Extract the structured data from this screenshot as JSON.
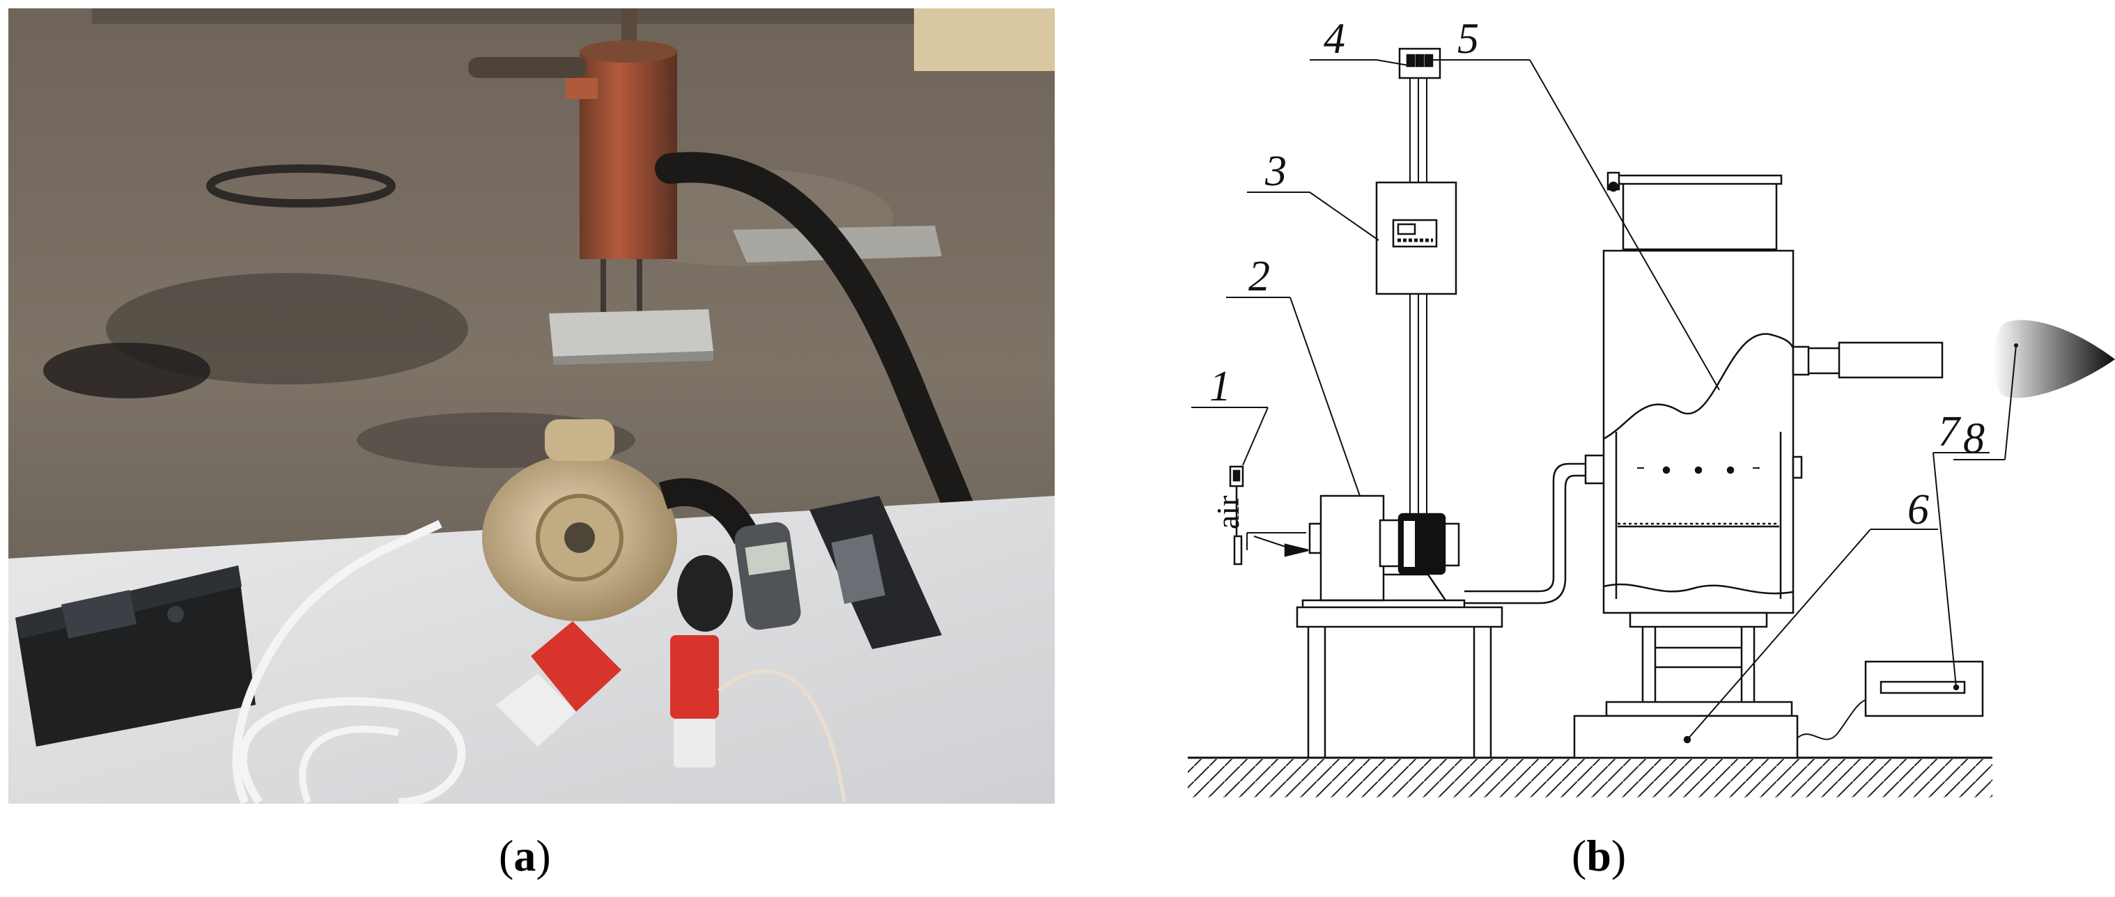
{
  "panels": {
    "photo": {
      "caption_open": "(",
      "caption_letter": "a",
      "caption_close": ")"
    },
    "diagram": {
      "caption_open": "(",
      "caption_letter": "b",
      "caption_close": ")"
    }
  },
  "diagram": {
    "labels": [
      "1",
      "2",
      "3",
      "4",
      "5",
      "6",
      "7",
      "8"
    ],
    "air_label": "air"
  }
}
